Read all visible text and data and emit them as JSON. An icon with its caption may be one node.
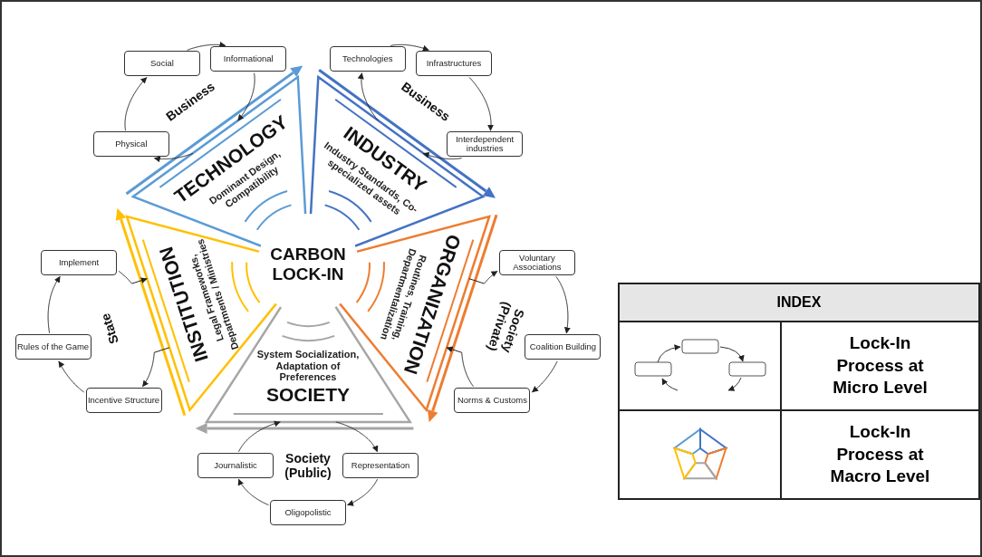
{
  "diagram": {
    "nodes": [
      {
        "text": [
          "CARBON LOCK-IN"
        ]
      },
      {
        "text": [
          "TECHNOLOGY",
          "Dominant Design, Compatibility"
        ]
      },
      {
        "text": [
          "INDUSTRY",
          "Industry Standards, Co-specialized assets"
        ]
      },
      {
        "text": [
          "ORGANIZATION",
          "Routines, Training, Departmentalization"
        ]
      },
      {
        "text": [
          "System Socialization, Adaptation of Preferences",
          "SOCIETY"
        ]
      },
      {
        "text": [
          "INSTITUTION",
          "Legal Frameworks, Departments / Ministries"
        ]
      },
      {
        "text": [
          "Physical"
        ]
      },
      {
        "text": [
          "Social"
        ]
      },
      {
        "text": [
          "Informational"
        ]
      },
      {
        "text": [
          "Technologies"
        ]
      },
      {
        "text": [
          "Infrastructures"
        ]
      },
      {
        "text": [
          "Interdependent industries"
        ]
      },
      {
        "text": [
          "Voluntary Associations"
        ]
      },
      {
        "text": [
          "Coalition Building"
        ]
      },
      {
        "text": [
          "Norms & Customs"
        ]
      },
      {
        "text": [
          "Journalistic"
        ]
      },
      {
        "text": [
          "Oligopolistic"
        ]
      },
      {
        "text": [
          "Representation"
        ]
      },
      {
        "text": [
          "Rules of the Game"
        ]
      },
      {
        "text": [
          "Implement"
        ]
      },
      {
        "text": [
          "Incentive Structure"
        ]
      }
    ],
    "edges": [
      {
        "from": 6,
        "to": 7,
        "arrow": "to"
      },
      {
        "from": 7,
        "to": 8,
        "arrow": "to"
      },
      {
        "from": 8,
        "to": 1,
        "arrow": "to"
      },
      {
        "from": 1,
        "to": 6,
        "arrow": "to"
      },
      {
        "from": 9,
        "to": 10,
        "arrow": "to"
      },
      {
        "from": 10,
        "to": 11,
        "arrow": "to"
      },
      {
        "from": 11,
        "to": 2,
        "arrow": "to"
      },
      {
        "from": 2,
        "to": 9,
        "arrow": "to"
      },
      {
        "from": 12,
        "to": 13,
        "arrow": "to"
      },
      {
        "from": 13,
        "to": 14,
        "arrow": "to"
      },
      {
        "from": 14,
        "to": 3,
        "arrow": "to"
      },
      {
        "from": 3,
        "to": 12,
        "arrow": "to"
      },
      {
        "from": 16,
        "to": 15,
        "arrow": "to"
      },
      {
        "from": 15,
        "to": 4,
        "arrow": "to"
      },
      {
        "from": 4,
        "to": 17,
        "arrow": "to"
      },
      {
        "from": 17,
        "to": 16,
        "arrow": "to"
      },
      {
        "from": 20,
        "to": 18,
        "arrow": "to"
      },
      {
        "from": 18,
        "to": 19,
        "arrow": "to"
      },
      {
        "from": 19,
        "to": 5,
        "arrow": "to"
      },
      {
        "from": 5,
        "to": 20,
        "arrow": "to"
      }
    ],
    "labels": [
      "Business",
      "Business",
      "State",
      "Society (Private)",
      "Society (Public)",
      "INDEX",
      "Lock-In Process at Micro Level",
      "Lock-In Process at Macro Level"
    ]
  }
}
